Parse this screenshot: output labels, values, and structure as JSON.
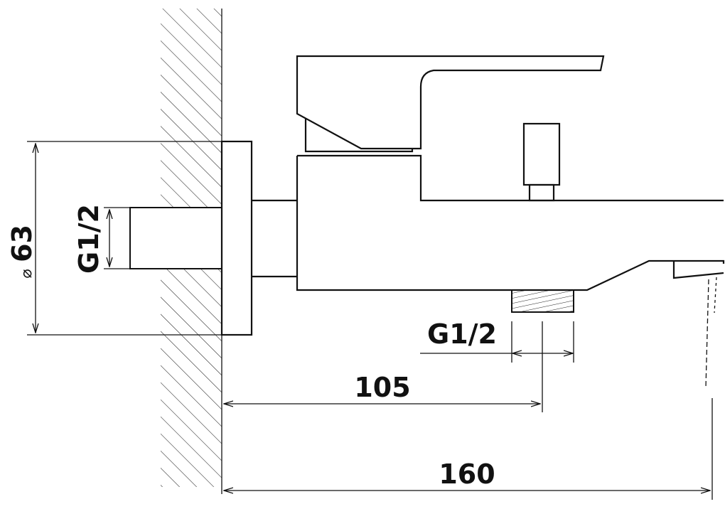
{
  "dimensions": {
    "flange_diameter_symbol": "⌀",
    "flange_diameter_value": "63",
    "wall_connection_thread": "G1/2",
    "outlet_thread": "G1/2",
    "connection_distance": "105",
    "overall_projection": "160"
  }
}
